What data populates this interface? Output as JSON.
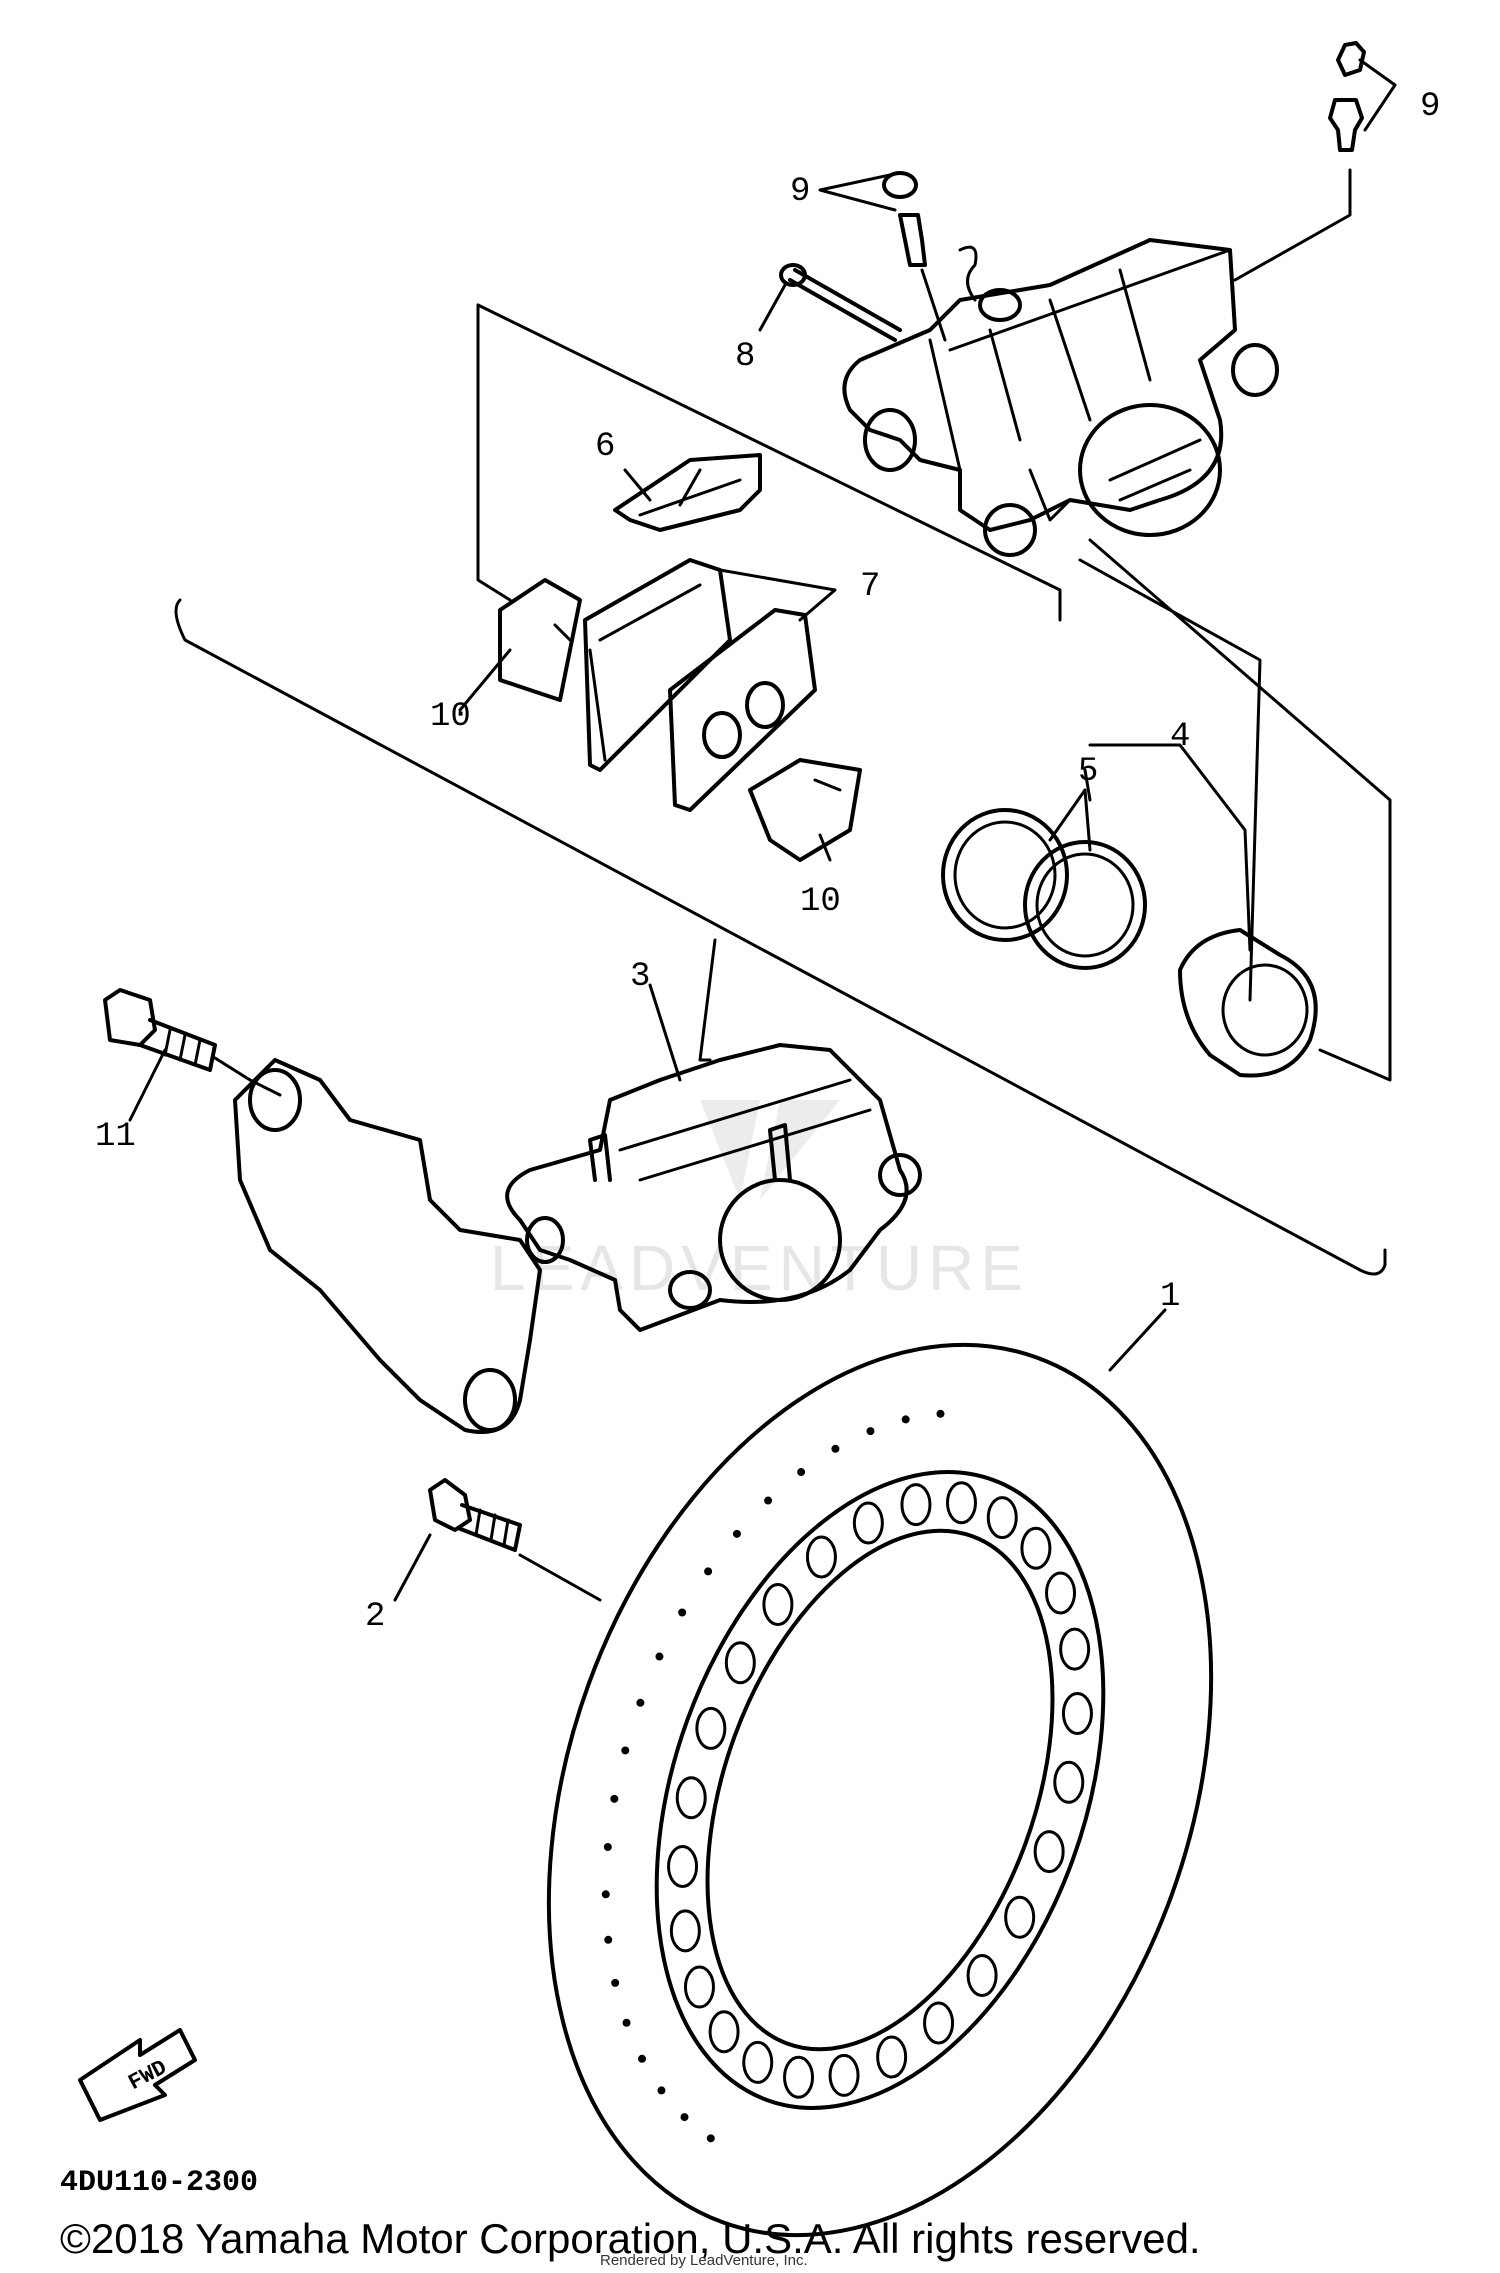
{
  "diagram": {
    "part_labels": {
      "p1": "1",
      "p2": "2",
      "p3": "3",
      "p4": "4",
      "p5": "5",
      "p6": "6",
      "p7": "7",
      "p8": "8",
      "p9a": "9",
      "p9b": "9",
      "p10a": "10",
      "p10b": "10",
      "p11": "11"
    },
    "fwd_label": "FWD",
    "drawing_code": "4DU110-2300",
    "watermark": "LEADVENTURE"
  },
  "footer": {
    "copyright": "©2018 Yamaha Motor Corporation, U.S.A. All rights reserved.",
    "rendered_by": "Rendered by LeadVenture, Inc."
  }
}
